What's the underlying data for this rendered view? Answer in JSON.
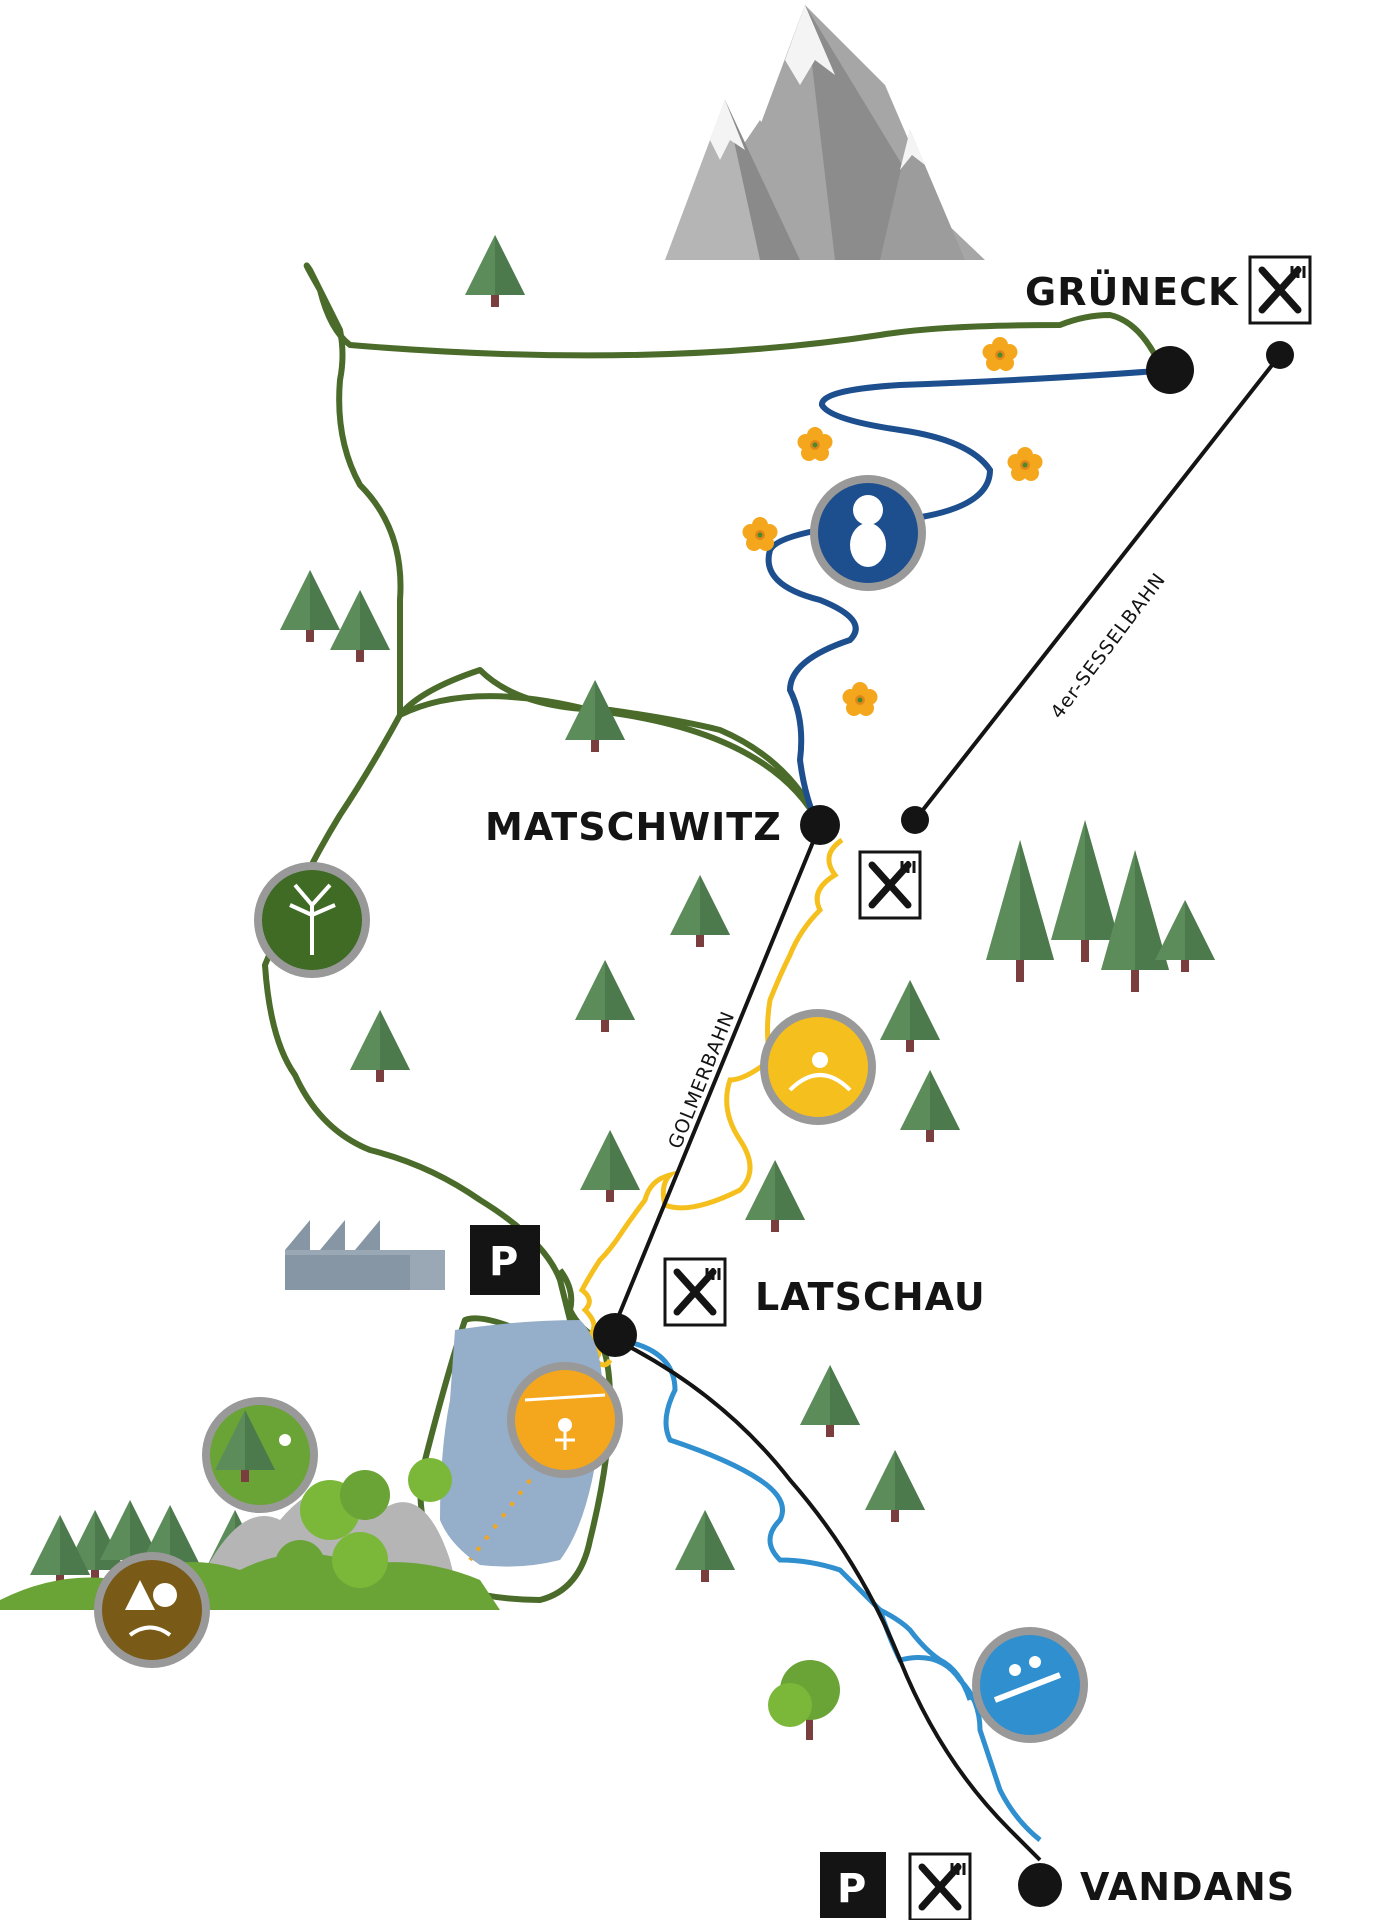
{
  "places": {
    "grueneck": "GRÜNECK",
    "matschwitz": "MATSCHWITZ",
    "latschau": "LATSCHAU",
    "vandans": "VANDANS"
  },
  "lifts": {
    "sesselbahn": "4er-SESSELBAHN",
    "golmerbahn": "GOLMERBAHN"
  },
  "parking_label": "P",
  "icons": {
    "restaurant": "restaurant-icon",
    "parking": "parking-icon",
    "treetop": "tree-crown-icon",
    "marmot": "marmot-trail-icon",
    "slide": "alpine-slide-icon",
    "zipline": "flying-fox-icon",
    "climbing": "high-ropes-course-icon",
    "forest": "forest-trail-icon",
    "rafting": "rafting-icon"
  },
  "colors": {
    "hiking_trail": "#4a6b2a",
    "marmot_trail": "#1d4f8f",
    "slide_trail": "#f5c01e",
    "river": "#2f8fcf",
    "lift_line": "#141414",
    "tree": "#5b8c5a",
    "lake": "#95aec9",
    "flower": "#f4a71d"
  }
}
